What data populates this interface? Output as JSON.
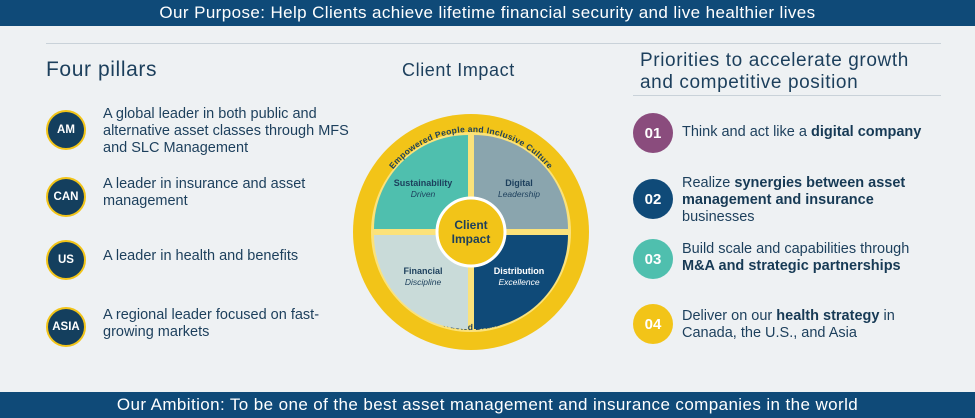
{
  "purpose": "Our Purpose: Help Clients achieve lifetime financial security and live healthier lives",
  "ambition": "Our Ambition: To be one of the best asset management and insurance companies in the world",
  "pillars": {
    "title": "Four pillars",
    "items": [
      {
        "badge": "AM",
        "text": "A global leader in both public and alternative asset classes through MFS and SLC Management"
      },
      {
        "badge": "CAN",
        "text": "A leader in insurance and asset management"
      },
      {
        "badge": "US",
        "text": "A leader in health and benefits"
      },
      {
        "badge": "ASIA",
        "text": "A regional leader focused on fast-growing markets"
      }
    ]
  },
  "impact": {
    "title": "Client Impact",
    "ring_top": "Empowered People and Inclusive Culture",
    "ring_bottom": "Trusted Brand",
    "center_line1": "Client",
    "center_line2": "Impact",
    "quadrants": [
      {
        "title": "Sustainability",
        "subtitle": "Driven",
        "color": "#4fbfae"
      },
      {
        "title": "Digital",
        "subtitle": "Leadership",
        "color": "#8aa5ae"
      },
      {
        "title": "Financial",
        "subtitle": "Discipline",
        "color": "#c9dbd9"
      },
      {
        "title": "Distribution",
        "subtitle": "Excellence",
        "color": "#0f4a78"
      }
    ],
    "colors": {
      "outer_ring": "#f2c418",
      "inner_ring": "#fbe27a",
      "center": "#f2c418"
    }
  },
  "priorities": {
    "title_line1": "Priorities to accelerate growth",
    "title_line2": "and competitive position",
    "items": [
      {
        "num": "01",
        "color": "#8a4c7d",
        "parts": [
          {
            "t": "Think and act like a ",
            "b": false
          },
          {
            "t": "digital company",
            "b": true
          }
        ]
      },
      {
        "num": "02",
        "color": "#0f4a78",
        "parts": [
          {
            "t": "Realize ",
            "b": false
          },
          {
            "t": "synergies between asset management and insurance",
            "b": true
          },
          {
            "t": " businesses",
            "b": false
          }
        ]
      },
      {
        "num": "03",
        "color": "#4fbfae",
        "parts": [
          {
            "t": "Build scale and capabilities through ",
            "b": false
          },
          {
            "t": "M&A and strategic partnerships",
            "b": true
          }
        ]
      },
      {
        "num": "04",
        "color": "#f2c418",
        "parts": [
          {
            "t": "Deliver on our ",
            "b": false
          },
          {
            "t": "health strategy",
            "b": true
          },
          {
            "t": " in Canada, the U.S., and Asia",
            "b": false
          }
        ]
      }
    ]
  }
}
